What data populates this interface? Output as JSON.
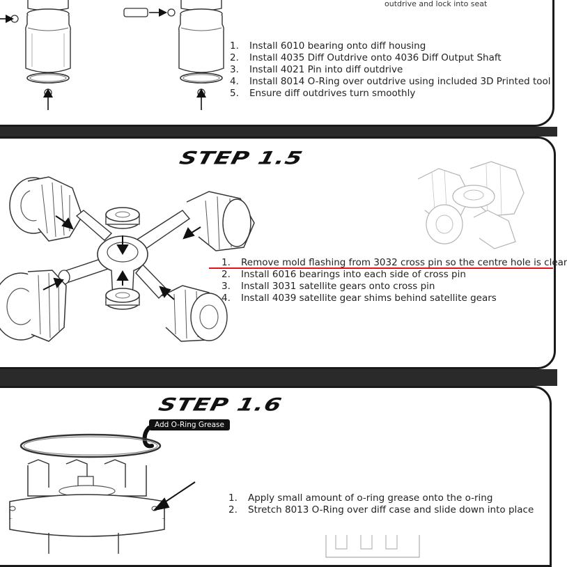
{
  "step14": {
    "note": "outdrive and lock into seat",
    "items": [
      {
        "num": "1.",
        "text": "Install 6010 bearing onto diff housing"
      },
      {
        "num": "2.",
        "text": "Install 4035 Diff Outdrive onto 4036 Diff Output Shaft"
      },
      {
        "num": "3.",
        "text": "Install 4021 Pin into diff outdrive"
      },
      {
        "num": "4.",
        "text": "Install 8014 O-Ring over outdrive using included 3D Printed tool"
      },
      {
        "num": "5.",
        "text": "Ensure diff outdrives turn smoothly"
      }
    ]
  },
  "step15": {
    "title": "STEP 1.5",
    "items": [
      {
        "num": "1.",
        "text": "Remove mold flashing from 3032 cross pin so the centre hole is clear"
      },
      {
        "num": "2.",
        "text": "Install 6016 bearings into each side of cross pin"
      },
      {
        "num": "3.",
        "text": "Install 3031 satellite gears onto cross pin"
      },
      {
        "num": "4.",
        "text": "Install 4039 satellite gear shims behind satellite gears"
      }
    ],
    "highlight_color": "#e0141b"
  },
  "step16": {
    "title": "STEP 1.6",
    "tag": "Add O-Ring Grease",
    "items": [
      {
        "num": "1.",
        "text": "Apply small amount of o-ring grease onto the o-ring"
      },
      {
        "num": "2.",
        "text": "Stretch 8013 O-Ring over diff case and slide down into place"
      }
    ]
  },
  "colors": {
    "panel_border": "#1a1a1a",
    "divider": "#2a2a2a"
  }
}
